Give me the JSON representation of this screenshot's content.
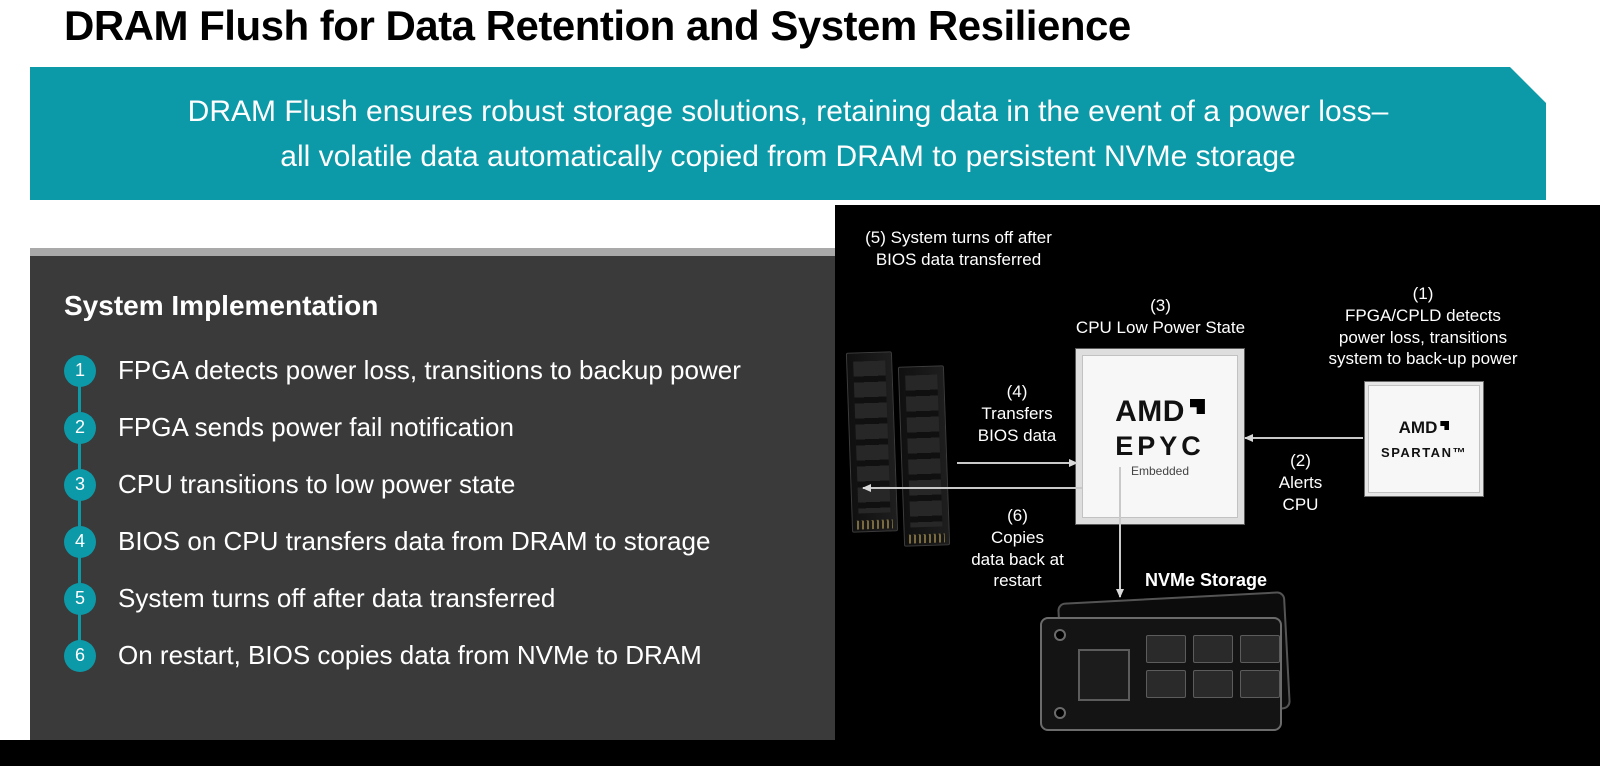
{
  "colors": {
    "accent": "#0C99A8",
    "panel_bg": "#3A3A3A",
    "diagram_bg": "#000000"
  },
  "page": {
    "title": "DRAM Flush for Data Retention and System Resilience"
  },
  "banner": {
    "lines": [
      "DRAM Flush ensures robust storage solutions, retaining data in the event of a power loss–",
      "all volatile data automatically copied from DRAM to persistent NVMe storage"
    ]
  },
  "implementation": {
    "heading": "System Implementation",
    "steps": [
      {
        "num": "1",
        "text": "FPGA detects power loss, transitions to backup power"
      },
      {
        "num": "2",
        "text": "FPGA sends power fail notification"
      },
      {
        "num": "3",
        "text": "CPU transitions to low power state"
      },
      {
        "num": "4",
        "text": "BIOS on CPU transfers data from DRAM to storage"
      },
      {
        "num": "5",
        "text": "System turns off after data transferred"
      },
      {
        "num": "6",
        "text": "On restart, BIOS copies data from NVMe to DRAM"
      }
    ]
  },
  "diagram": {
    "step5": [
      "(5) System turns off after",
      "BIOS data transferred"
    ],
    "step3": [
      "(3)",
      "CPU Low Power State"
    ],
    "step1": [
      "(1)",
      "FPGA/CPLD detects",
      "power loss, transitions",
      "system to back-up power"
    ],
    "step2": [
      "(2)",
      "Alerts",
      "CPU"
    ],
    "step4": [
      "(4)",
      "Transfers",
      "BIOS data"
    ],
    "step6": [
      "(6)",
      "Copies",
      "data back at",
      "restart"
    ],
    "nvme_label": "NVMe Storage",
    "epyc": {
      "brand": "AMD",
      "product": "EPYC",
      "sub": "Embedded"
    },
    "spartan": {
      "brand": "AMD",
      "product": "SPARTAN™"
    }
  }
}
